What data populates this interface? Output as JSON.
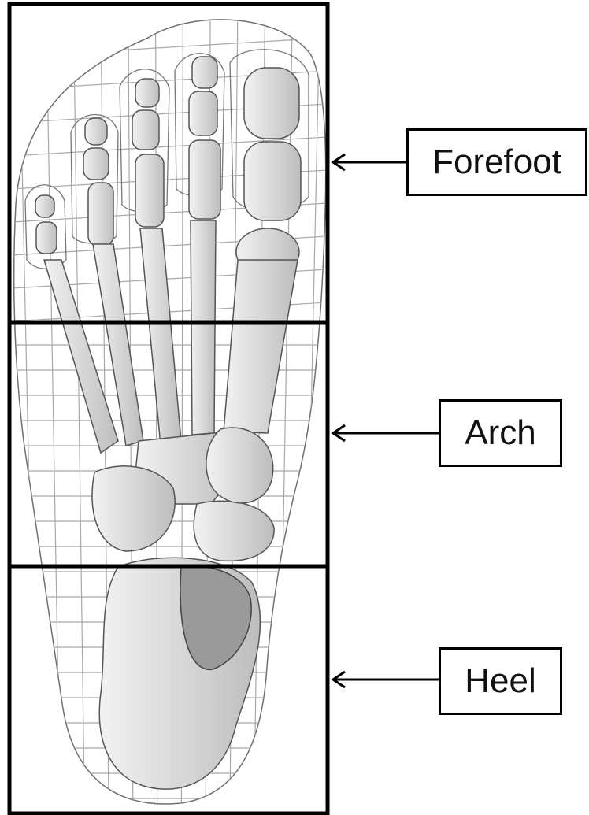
{
  "labels": {
    "forefoot": "Forefoot",
    "arch": "Arch",
    "heel": "Heel"
  },
  "colors": {
    "frame": "#000000",
    "grid": "#a8a8a8",
    "bone_fill": "#d9d9d9",
    "bone_shadow": "#8c8c8c",
    "outline": "#6e6e6e"
  }
}
